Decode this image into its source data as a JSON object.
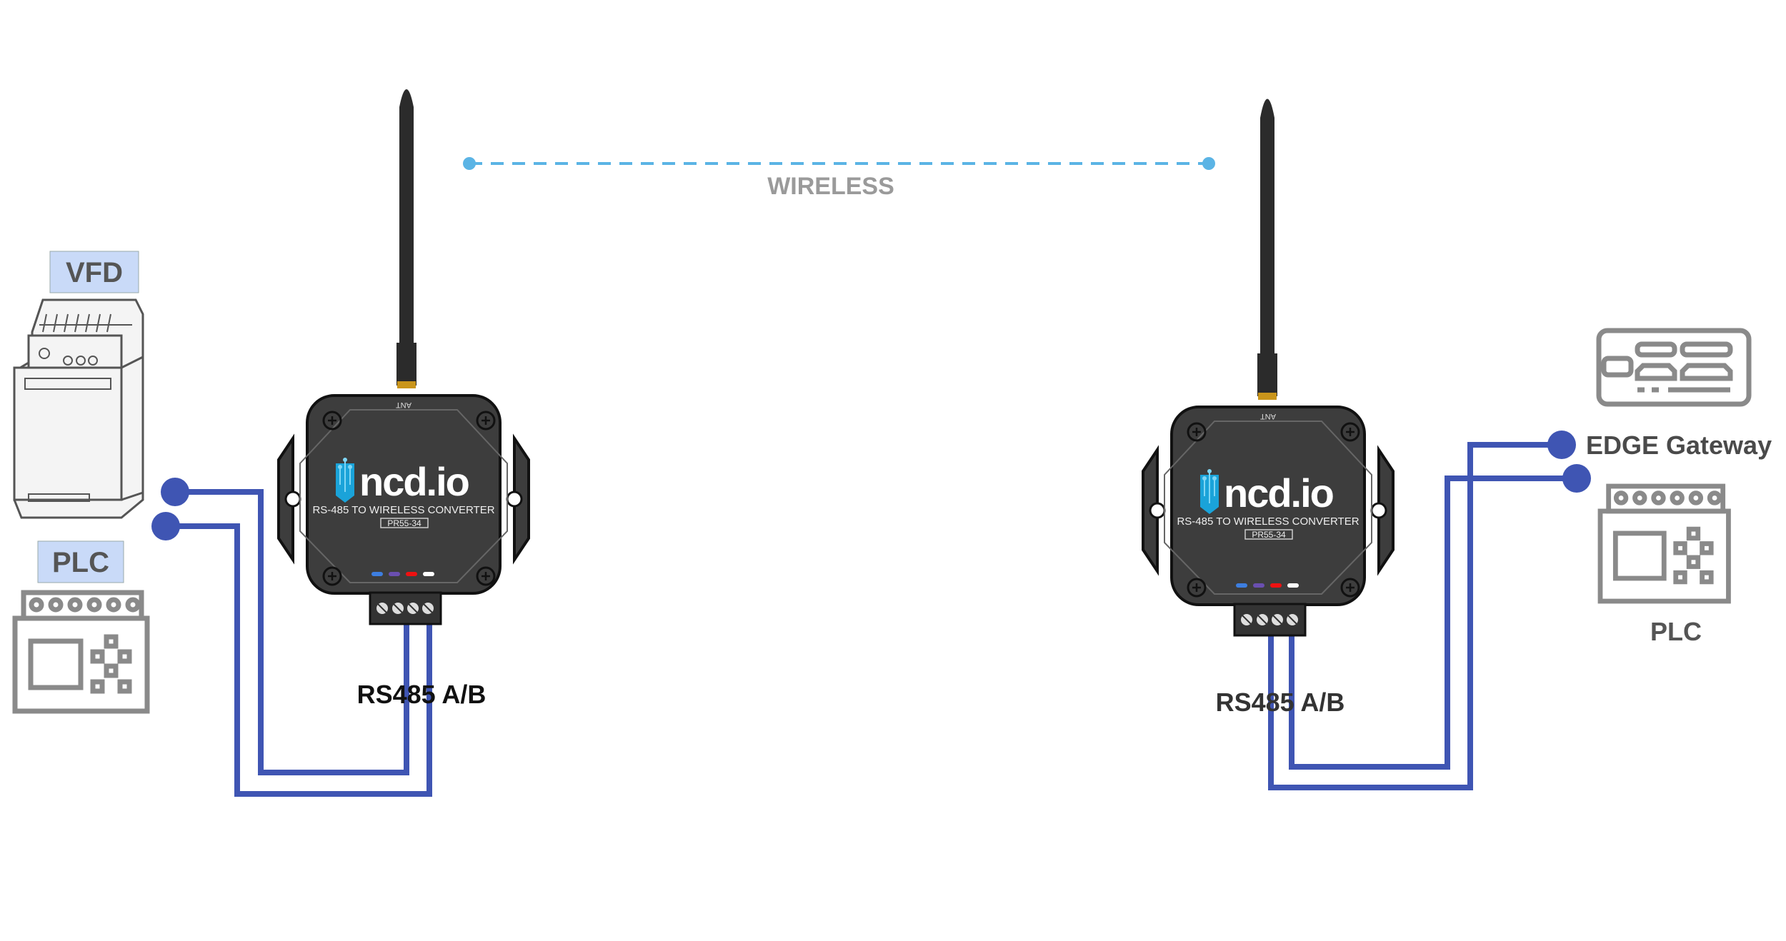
{
  "diagram": {
    "wireless_label": "WIRELESS",
    "colors": {
      "wire": "#3f55b3",
      "wireless_link": "#5bb4e5",
      "device_body": "#3d3d3d",
      "label_box": "#c9daf8",
      "icon_gray": "#8a8a8a",
      "led_colors": [
        "#3d7ee0",
        "#6a4fb0",
        "#ee1111",
        "#ffffff"
      ]
    },
    "left": {
      "vfd_label": "VFD",
      "plc_label": "PLC",
      "converter": {
        "brand": "ncd.io",
        "title": "RS-485 TO WIRELESS CONVERTER",
        "model": "PR55-34",
        "antenna_port": "ANT"
      },
      "bus_label": "RS485 A/B"
    },
    "right": {
      "gateway_label": "EDGE Gateway",
      "plc_label": "PLC",
      "converter": {
        "brand": "ncd.io",
        "title": "RS-485 TO WIRELESS CONVERTER",
        "model": "PR55-34",
        "antenna_port": "ANT"
      },
      "bus_label": "RS485 A/B"
    }
  }
}
